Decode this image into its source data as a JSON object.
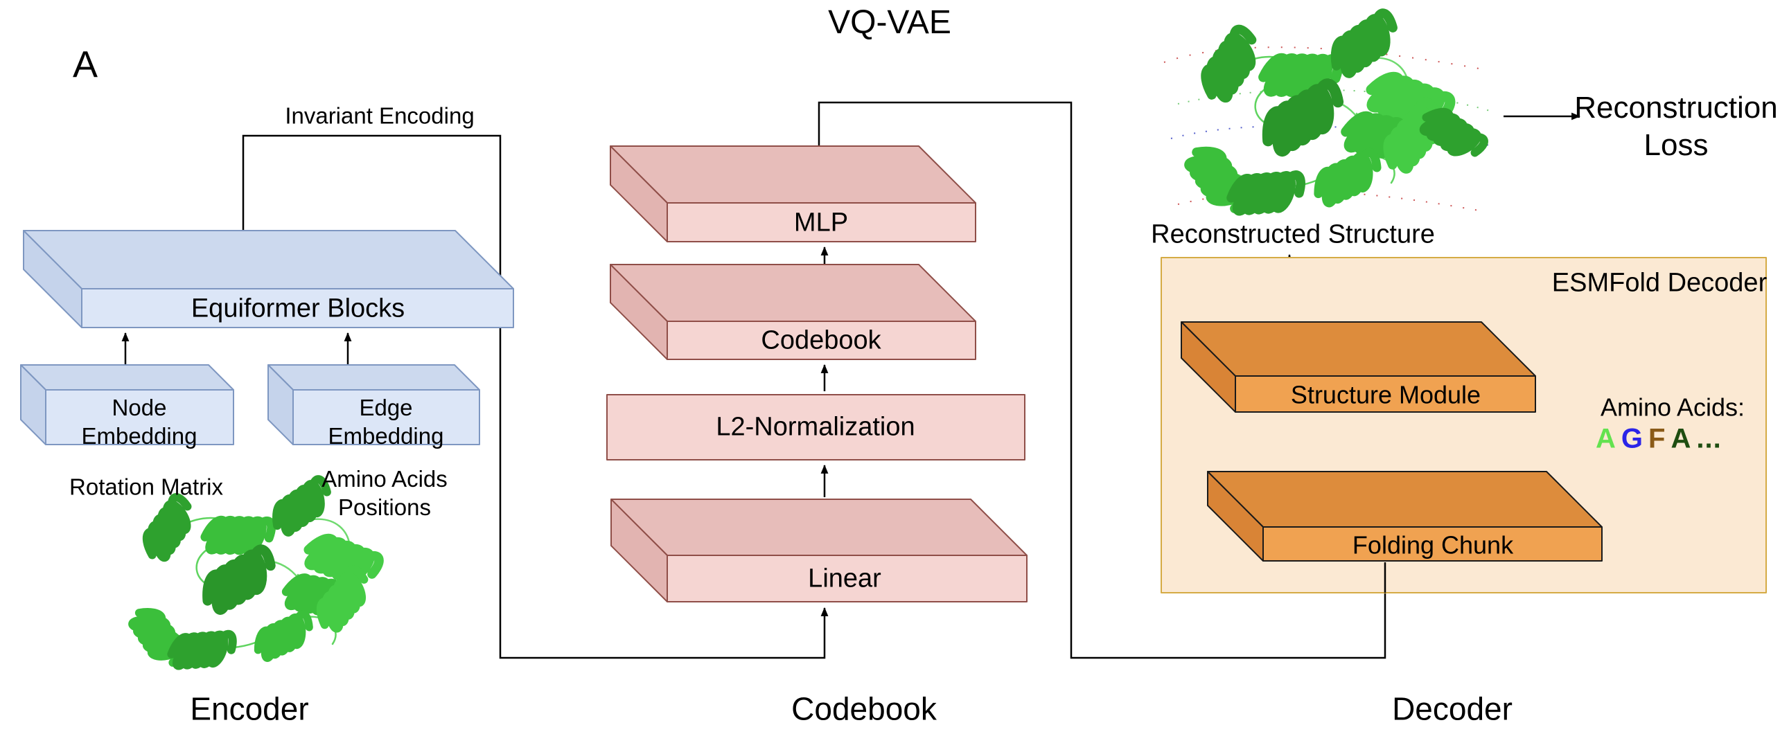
{
  "title": "VQ-VAE",
  "panel_label": "A",
  "encoder": {
    "section_label": "Encoder",
    "invariant_encoding_label": "Invariant Encoding",
    "equiformer_label": "Equiformer Blocks",
    "node_embedding_line1": "Node",
    "node_embedding_line2": "Embedding",
    "edge_embedding_line1": "Edge",
    "edge_embedding_line2": "Embedding",
    "node_input_label": "Rotation Matrix",
    "edge_input_line1": "Amino Acids",
    "edge_input_line2": "Positions",
    "input_structure_icon": "protein-ribbon-structure"
  },
  "codebook": {
    "section_label": "Codebook",
    "linear_label": "Linear",
    "l2_label": "L2-Normalization",
    "codebook_label": "Codebook",
    "mlp_label": "MLP"
  },
  "decoder": {
    "section_label": "Decoder",
    "container_label": "ESMFold Decoder",
    "structure_module_label": "Structure Module",
    "folding_chunk_label": "Folding Chunk",
    "amino_acids_label": "Amino Acids:",
    "sequence": [
      {
        "char": "A",
        "color": "#63e24f"
      },
      {
        "char": "G",
        "color": "#2b24e8"
      },
      {
        "char": "F",
        "color": "#8a5a17"
      },
      {
        "char": "A",
        "color": "#1e4d10"
      },
      {
        "char": "...",
        "color": "#1e4d10"
      }
    ],
    "reconstructed_label": "Reconstructed Structure",
    "loss_line1": "Reconstruction",
    "loss_line2": "Loss",
    "output_structure_icon": "protein-ribbon-structure"
  },
  "colors": {
    "blue_front": "#dce6f7",
    "blue_top": "#ccd9ee",
    "blue_side": "#c5d3eb",
    "blue_stroke": "#7e97c1",
    "pink_front": "#f5d5d2",
    "pink_top": "#e7bdba",
    "pink_side": "#e2b4b1",
    "pink_stroke": "#8f4e48",
    "orange_front": "#f0a251",
    "orange_top": "#dd8c3c",
    "orange_side": "#d98436",
    "orange_stroke": "#1a1a1a",
    "container_fill": "#fbe9d3",
    "container_stroke": "#d5ab44",
    "connector": "#000000",
    "protein_green": "#3bbf3b"
  }
}
